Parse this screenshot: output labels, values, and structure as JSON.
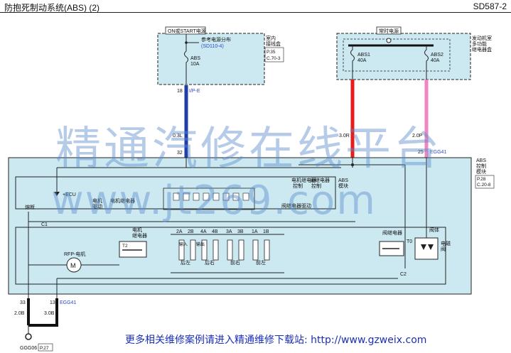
{
  "header": {
    "title": "防抱死制动系统(ABS) (2)",
    "code": "SD587-2"
  },
  "fuse_box_left": {
    "label": "ON或START电源",
    "dist": "参考电源分布",
    "ref": "(SD110-4)",
    "fuse": "ABS",
    "amp": "10A",
    "side1": "室内",
    "side2": "接线盒",
    "side_ref1": "P.35",
    "side_ref2": "C.70-3"
  },
  "fuse_box_right": {
    "label": "常时电源",
    "fuse1": "ABS1",
    "amp1": "40A",
    "fuse2": "ABS2",
    "amp2": "40A",
    "side1": "发动机室",
    "side2": "多功能",
    "side3": "继电器盒"
  },
  "wires": {
    "pin18": "18",
    "wire_ipe": "I/P-E",
    "w03l": "0.3L",
    "pin32": "32",
    "w30r": "3.0R",
    "w20p": "2.0P",
    "pin25": "25",
    "egg41": "EGG41",
    "pin33": "33",
    "pin13": "13",
    "egg41b": "EGG41",
    "w20b": "2.0B",
    "w30b": "3.0B",
    "ggg06": "GGG06",
    "p27": "P.27"
  },
  "module": {
    "name1": "ABS",
    "name2": "控制",
    "name3": "模块",
    "ref1": "P.28",
    "ref2": "C.20-8",
    "ecu": "+ECU",
    "motor_relay": "电机继电器",
    "motor_relay2": "控制",
    "motor_relay3": "电机",
    "motor_relay4": "驱动",
    "valve_relay_ctrl": "阀继电器",
    "valve_relay_ctrl2": "控制",
    "abs_mod": "ABS",
    "abs_mod2": "模块",
    "valve_relay_drive": "阀继电器驱动",
    "cutoff": "熔断",
    "c1": "C1",
    "motor_relay_sw": "电机",
    "motor_relay_sw2": "继电器",
    "t2": "T2",
    "rfp": "RFP-电机",
    "m": "M",
    "valve_relay": "阀继电器",
    "t0": "T0",
    "valve_body": "阀体",
    "c2": "C2",
    "valve_label": "电磁",
    "valve_label2": "阀",
    "valves": [
      "2A",
      "2B",
      "4A",
      "4B",
      "3A",
      "3B",
      "1A",
      "1B"
    ],
    "in_label": "输入",
    "out_label": "输出",
    "rear_left": "后左",
    "rear_right": "后右",
    "front_left": "前右",
    "front_right": "前左"
  },
  "watermark": {
    "line1": "精通汽修在线平台",
    "line2": "www.jt269.com"
  },
  "footer": "更多相关维修案例请进入精通维修下载站: http://www.gzweix.com",
  "colors": {
    "panel": "#cce9f2",
    "blue_wire": "#1f3ea8",
    "red_wire": "#e51d1d",
    "pink_wire": "#ef86c2"
  }
}
